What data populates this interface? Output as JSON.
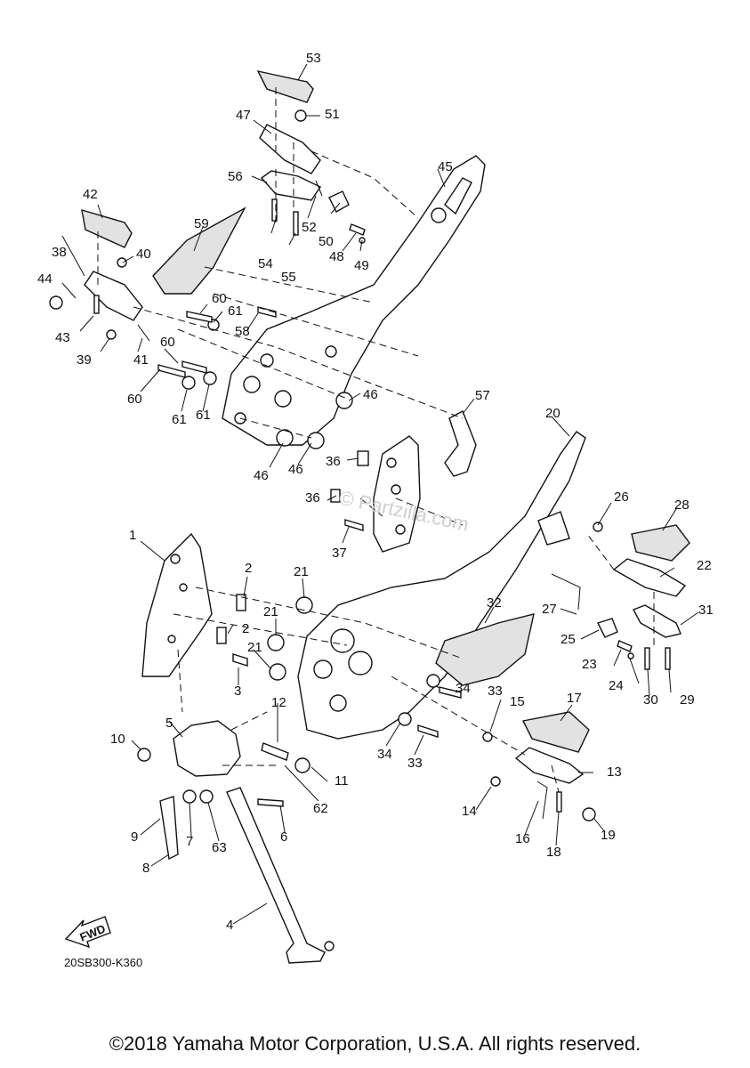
{
  "callouts": [
    {
      "label": "53"
    },
    {
      "label": "51"
    },
    {
      "label": "47"
    },
    {
      "label": "56"
    },
    {
      "label": "45"
    },
    {
      "label": "52"
    },
    {
      "label": "50"
    },
    {
      "label": "48"
    },
    {
      "label": "49"
    },
    {
      "label": "54"
    },
    {
      "label": "55"
    },
    {
      "label": "42"
    },
    {
      "label": "59"
    },
    {
      "label": "40"
    },
    {
      "label": "38"
    },
    {
      "label": "44"
    },
    {
      "label": "60"
    },
    {
      "label": "61"
    },
    {
      "label": "58"
    },
    {
      "label": "43"
    },
    {
      "label": "39"
    },
    {
      "label": "41"
    },
    {
      "label": "60"
    },
    {
      "label": "60"
    },
    {
      "label": "61"
    },
    {
      "label": "61"
    },
    {
      "label": "46"
    },
    {
      "label": "57"
    },
    {
      "label": "46"
    },
    {
      "label": "46"
    },
    {
      "label": "20"
    },
    {
      "label": "36"
    },
    {
      "label": "36"
    },
    {
      "label": "37"
    },
    {
      "label": "26"
    },
    {
      "label": "28"
    },
    {
      "label": "1"
    },
    {
      "label": "2"
    },
    {
      "label": "21"
    },
    {
      "label": "22"
    },
    {
      "label": "2"
    },
    {
      "label": "21"
    },
    {
      "label": "32"
    },
    {
      "label": "27"
    },
    {
      "label": "31"
    },
    {
      "label": "21"
    },
    {
      "label": "25"
    },
    {
      "label": "3"
    },
    {
      "label": "23"
    },
    {
      "label": "33"
    },
    {
      "label": "34"
    },
    {
      "label": "24"
    },
    {
      "label": "30"
    },
    {
      "label": "29"
    },
    {
      "label": "12"
    },
    {
      "label": "15"
    },
    {
      "label": "17"
    },
    {
      "label": "5"
    },
    {
      "label": "10"
    },
    {
      "label": "34"
    },
    {
      "label": "33"
    },
    {
      "label": "13"
    },
    {
      "label": "11"
    },
    {
      "label": "62"
    },
    {
      "label": "14"
    },
    {
      "label": "9"
    },
    {
      "label": "7"
    },
    {
      "label": "63"
    },
    {
      "label": "6"
    },
    {
      "label": "16"
    },
    {
      "label": "19"
    },
    {
      "label": "18"
    },
    {
      "label": "8"
    },
    {
      "label": "4"
    }
  ],
  "fwd_label": "FWD",
  "diagram_code": "20SB300-K360",
  "watermark": "© Partzilla.com",
  "copyright": "©2018 Yamaha Motor Corporation, U.S.A. All rights reserved."
}
